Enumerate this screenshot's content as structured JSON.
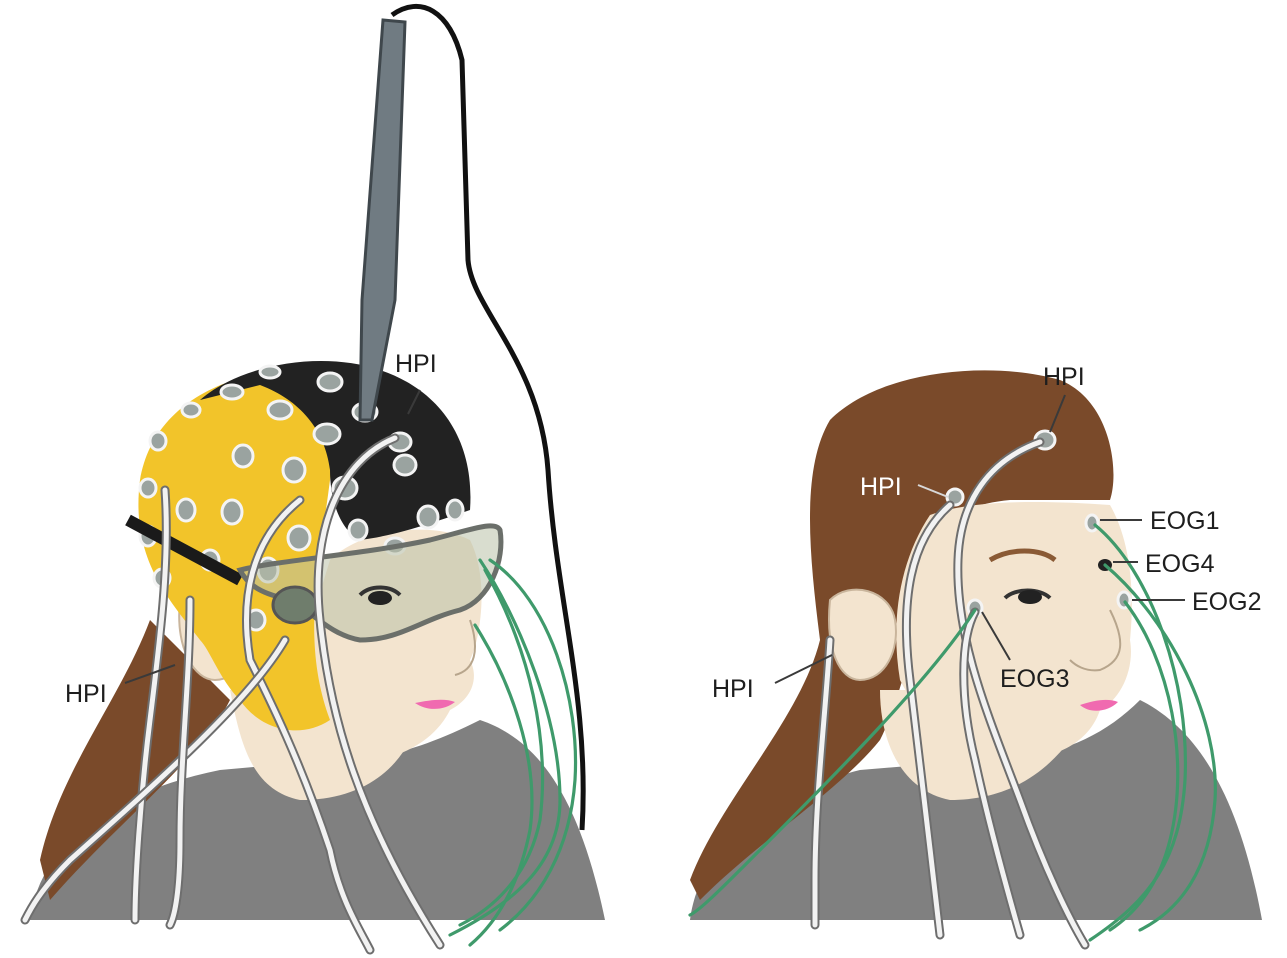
{
  "left_figure": {
    "labels": {
      "hpi_top": "HPI",
      "hpi_ear": "HPI"
    }
  },
  "right_figure": {
    "labels": {
      "hpi_top": "HPI",
      "hpi_forehead": "HPI",
      "hpi_ear": "HPI",
      "eog1": "EOG1",
      "eog4": "EOG4",
      "eog2": "EOG2",
      "eog3": "EOG3"
    }
  },
  "colors": {
    "cap_yellow": "#f2c42a",
    "cap_black": "#222222",
    "hair": "#7a4a2a",
    "skin": "#f3e4cf",
    "shirt": "#808080",
    "wire_green": "#3f9a6b",
    "lip": "#f06ab0"
  }
}
